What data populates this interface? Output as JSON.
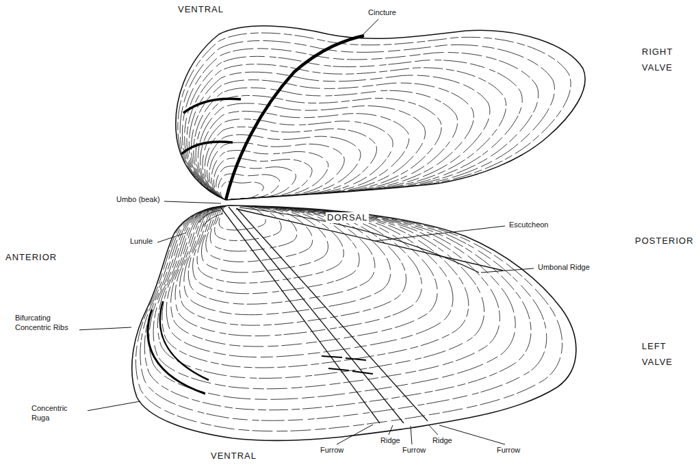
{
  "diagram": {
    "labels": [
      "VENTRAL",
      "Cincture",
      "RIGHT VALVE",
      "Umbo (beak)",
      "DORSAL",
      "Escutcheon",
      "ANTERIOR",
      "Lunule",
      "POSTERIOR",
      "Umbonal Ridge",
      "Bifurcating Concentric Ribs",
      "LEFT VALVE",
      "Concentric Ruga",
      "VENTRAL",
      "Furrow",
      "Ridge",
      "Furrow",
      "Ridge",
      "Furrow"
    ]
  }
}
